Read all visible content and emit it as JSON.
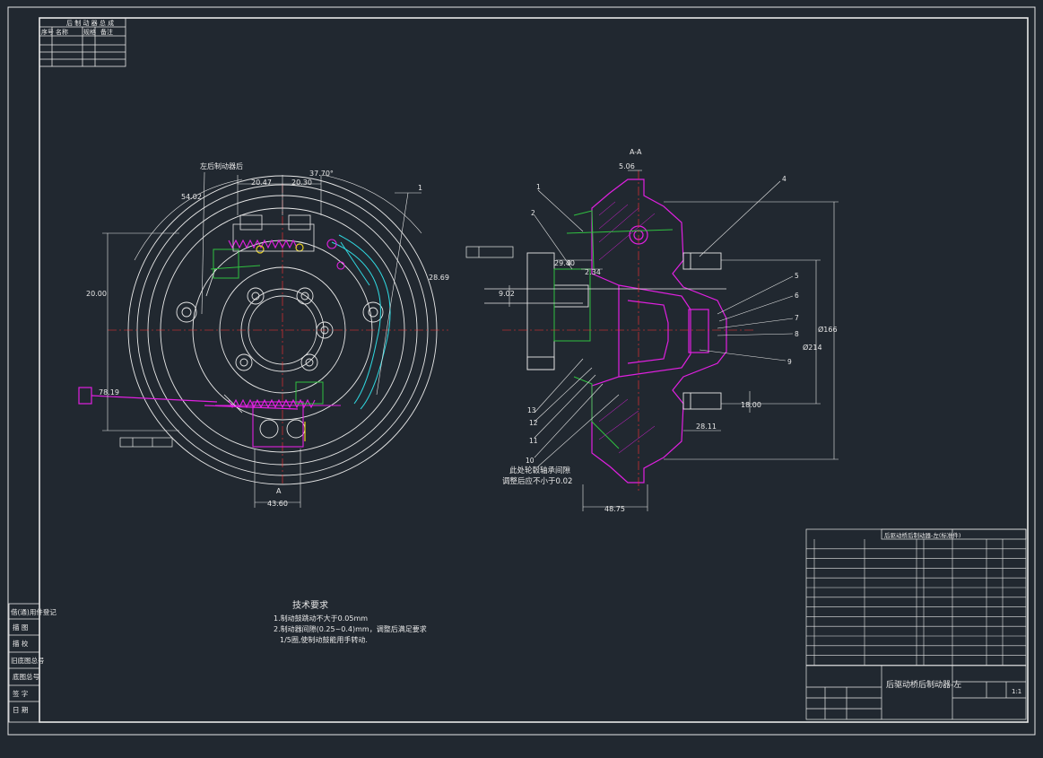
{
  "colors": {
    "background": "#212830",
    "line": "#e8e8e8",
    "magenta": "#e020e0",
    "cyan": "#30d8e0",
    "green": "#30c040",
    "yellow": "#e8d020",
    "red": "#ff3030",
    "blue": "#4060ff"
  },
  "left_view": {
    "title": "左后制动器后",
    "dims": [
      "20.47",
      "20.30",
      "37.70°",
      "28.69",
      "54.02",
      "20.00",
      "78.19",
      "43.60",
      "A",
      "1"
    ]
  },
  "right_view": {
    "section_label": "A-A",
    "dims": [
      "5.06",
      "29.40",
      "2.34",
      "9.02",
      "28.11",
      "48.75",
      "18.00",
      "Ø166",
      "Ø214"
    ],
    "callouts": [
      "1",
      "2",
      "3",
      "4",
      "5",
      "6",
      "7",
      "8",
      "9",
      "10",
      "11",
      "12",
      "13"
    ],
    "note_line1": "此处轮毂轴承间隙",
    "note_line2": "调整后应不小于0.02"
  },
  "top_left_table": {
    "title": "后 制 动 器 总 成",
    "header": [
      "序号",
      "名称",
      "规格",
      "备注"
    ]
  },
  "side_labels": [
    "借(通)用件登记",
    "描 图",
    "描 校",
    "旧底图总号",
    "底图总号",
    "签 字",
    "日 期"
  ],
  "tech_requirements": {
    "title": "技术要求",
    "lines": [
      "1.制动鼓跳动不大于0.05mm",
      "2.制动器间隙(0.25~0.4)mm，调整后满足要求",
      "1/5圈,使制动鼓能用手转动."
    ]
  },
  "title_block": {
    "drawing_title": "后驱动桥后制动器-左",
    "scale": "1:1",
    "bom_header": "后驱动桥后制动器-左(标准件)"
  }
}
